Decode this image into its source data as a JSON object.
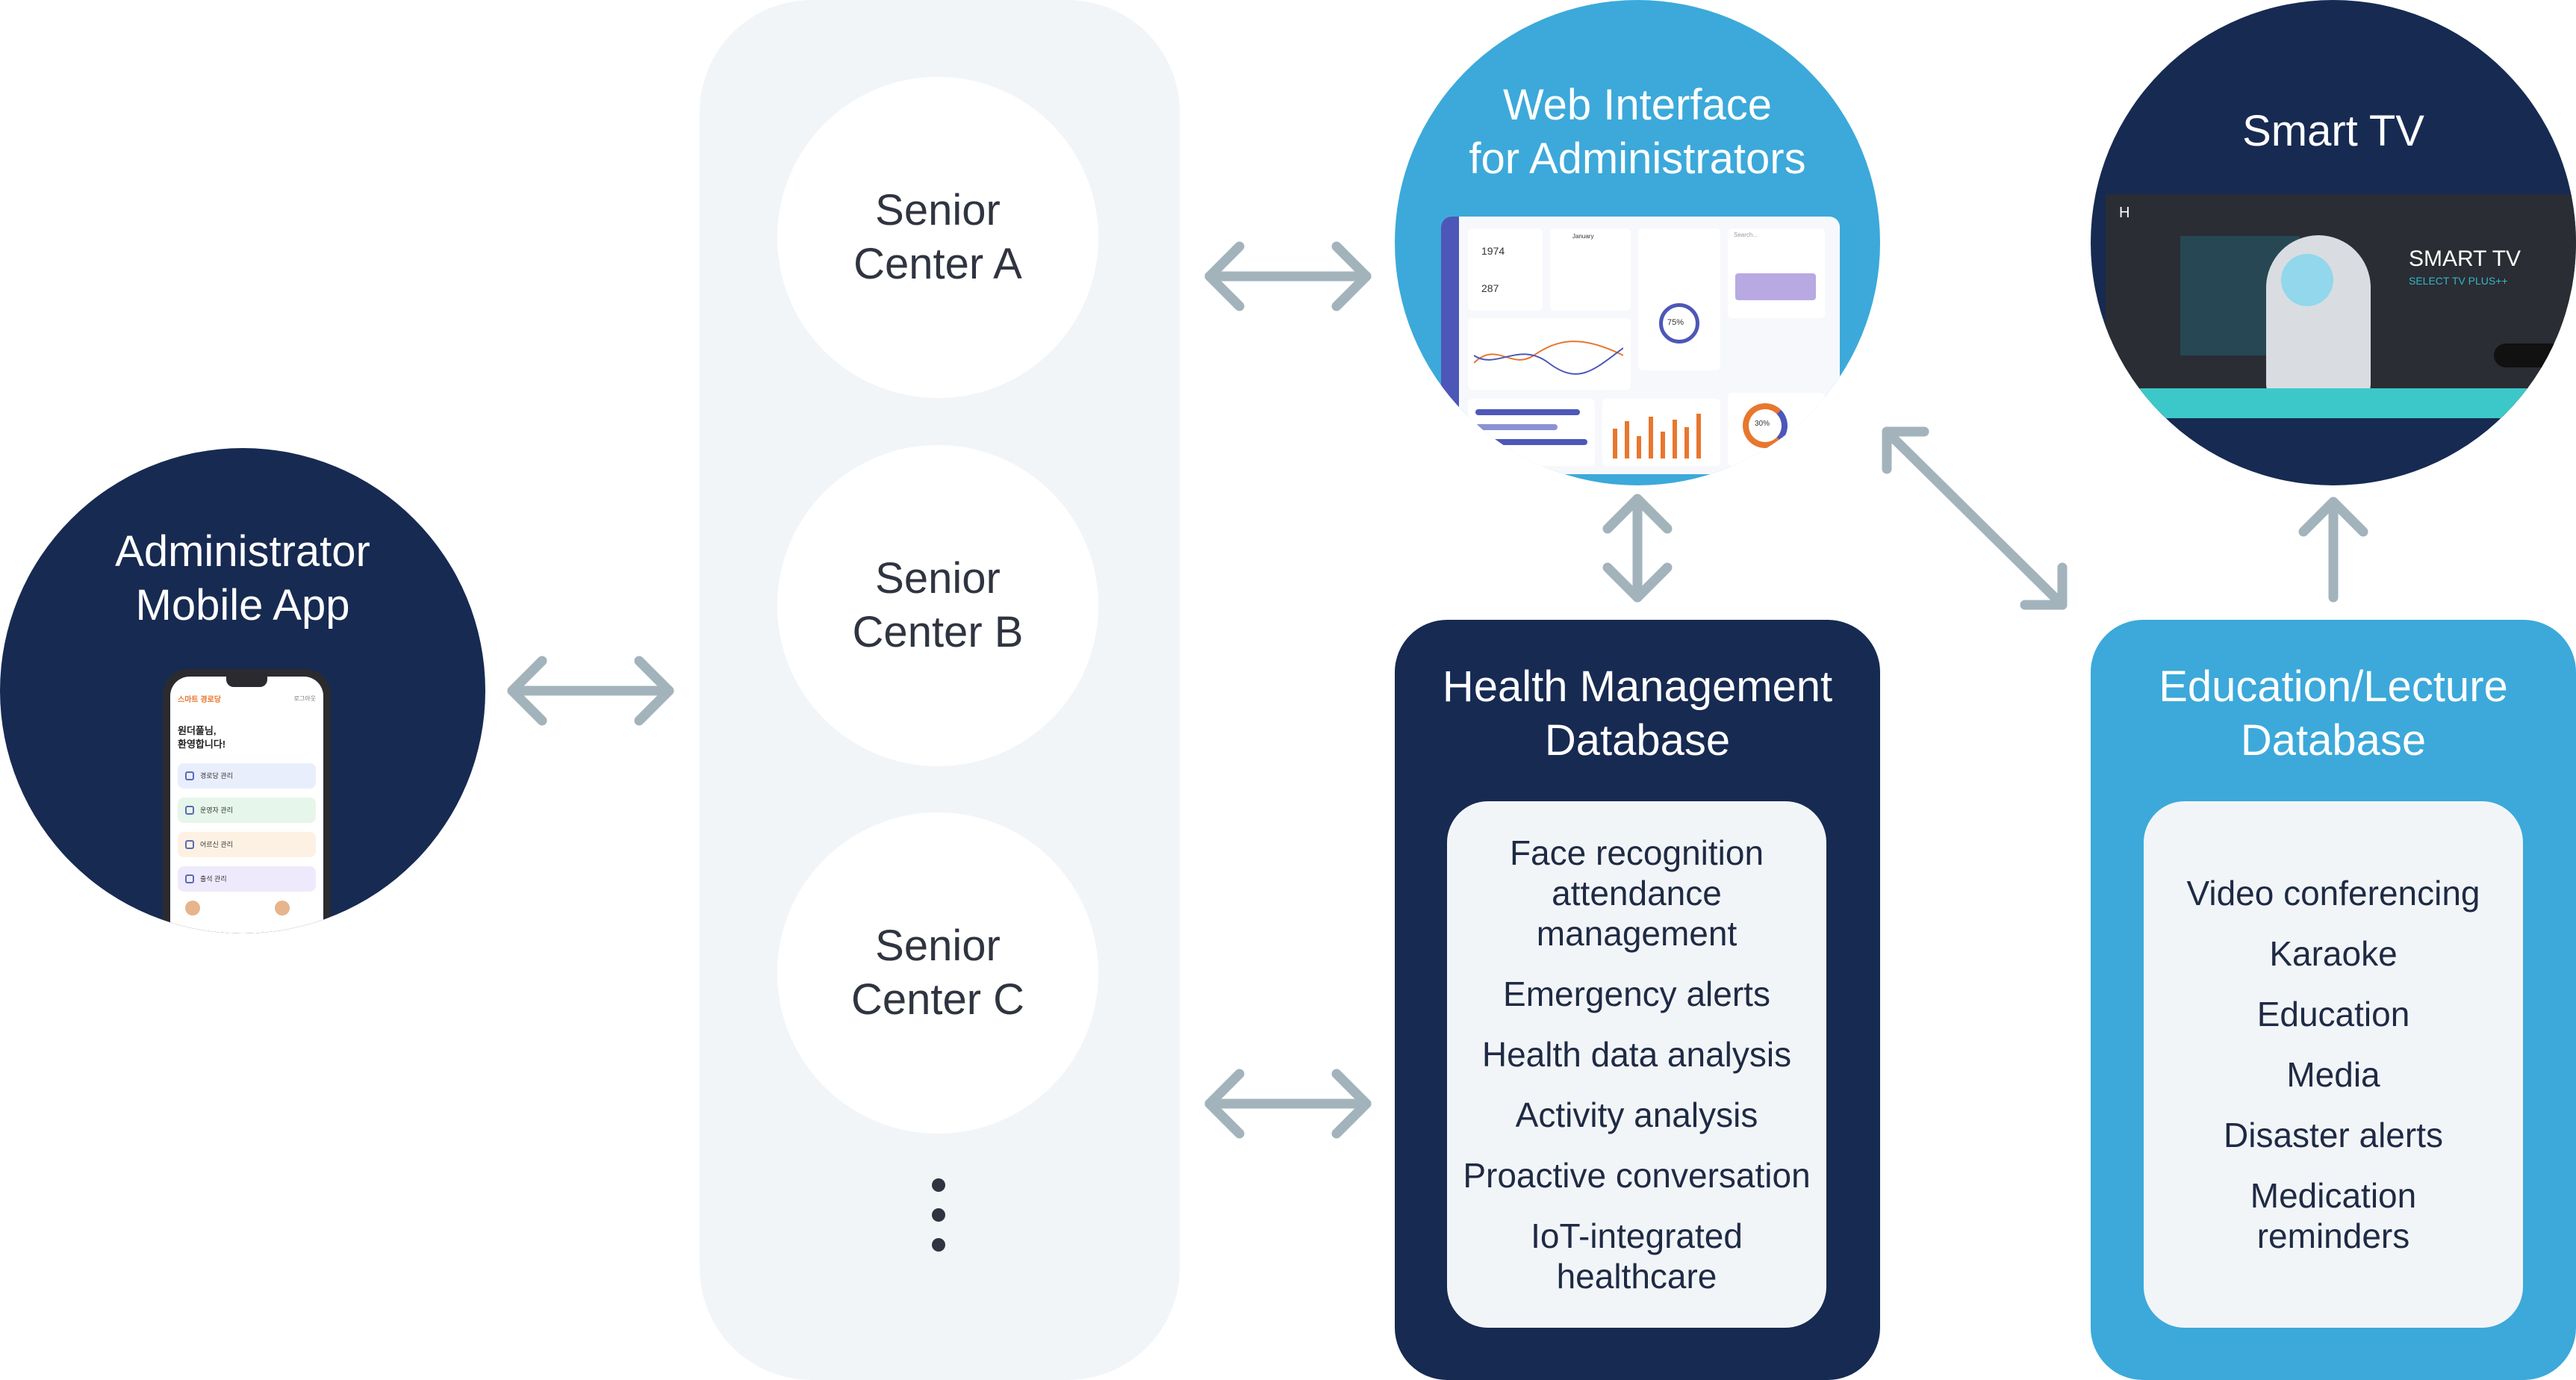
{
  "admin_app": {
    "title_line1": "Administrator",
    "title_line2": "Mobile App",
    "phone": {
      "logo": "스마트 경로당",
      "header_right": "로그아웃",
      "greeting_line1": "원더풀님,",
      "greeting_line2": "환영합니다!",
      "menu": [
        "경로당 관리",
        "운영자 관리",
        "어르신 관리",
        "출석 관리"
      ]
    }
  },
  "centers": {
    "items": [
      {
        "line1": "Senior",
        "line2": "Center A"
      },
      {
        "line1": "Senior",
        "line2": "Center B"
      },
      {
        "line1": "Senior",
        "line2": "Center C"
      }
    ]
  },
  "web_interface": {
    "title_line1": "Web Interface",
    "title_line2": "for Administrators",
    "dashboard": {
      "stat1": "1974",
      "stat2": "287",
      "calendar_month": "January",
      "donut_percent": "75%",
      "pie_percent": "30%",
      "search": "Search..."
    }
  },
  "smart_tv": {
    "title": "Smart TV",
    "screen_title": "SMART TV",
    "screen_subtitle": "SELECT TV PLUS++",
    "brand": "H"
  },
  "health_db": {
    "title_line1": "Health Management",
    "title_line2": "Database",
    "features": [
      "Face recognition attendance management",
      "Emergency alerts",
      "Health data analysis",
      "Activity analysis",
      "Proactive conversation",
      "IoT-integrated healthcare"
    ],
    "feature_lines": {
      "f0_l1": "Face recognition",
      "f0_l2": "attendance",
      "f0_l3": "management",
      "f5_l1": "IoT-integrated",
      "f5_l2": "healthcare"
    }
  },
  "education_db": {
    "title_line1": "Education/Lecture",
    "title_line2": "Database",
    "features": [
      "Video conferencing",
      "Karaoke",
      "Education",
      "Media",
      "Disaster alerts"
    ],
    "feature_lines": {
      "f5_l1": "Medication",
      "f5_l2": "reminders"
    }
  },
  "colors": {
    "navy": "#172a52",
    "blue": "#3ca9da",
    "panel": "#f2f5f8",
    "arrow": "#a3b3bb"
  }
}
